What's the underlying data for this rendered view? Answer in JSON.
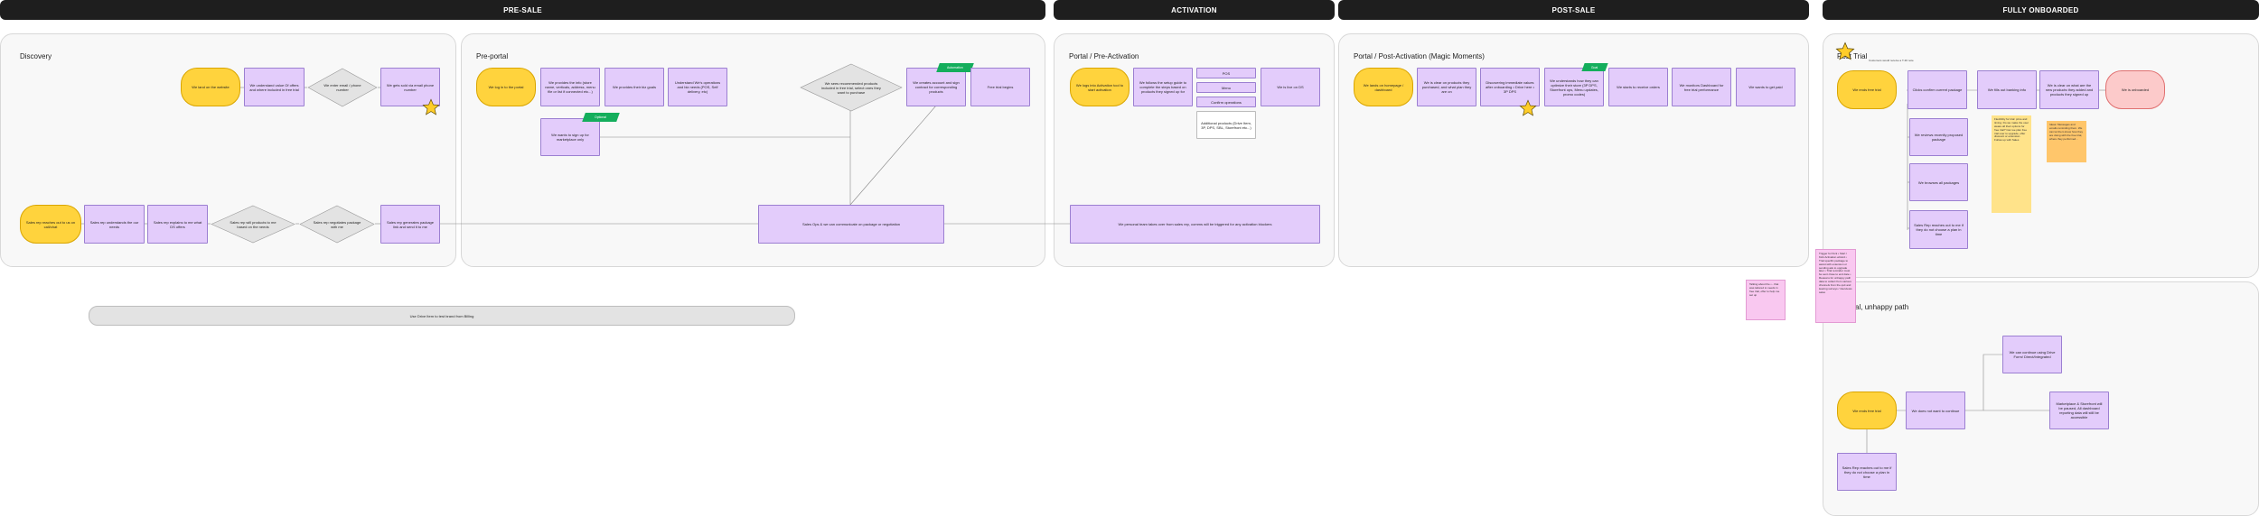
{
  "banners": {
    "presale": "PRE-SALE",
    "activation": "ACTIVATION",
    "postsale": "POST-SALE",
    "onboarded": "FULLY ONBOARDED"
  },
  "sections": {
    "discovery": "Discovery",
    "preportal": "Pre-portal",
    "portal_pre_activation": "Portal / Pre-Activation",
    "portal_post_activation": "Portal / Post-Activation (Magic Moments)",
    "post_trial": "Post Trial",
    "post_trial_unhappy": "Trial, unhappy path"
  },
  "discovery": {
    "visit": "We land on the website",
    "understand_value": "We understand value Of offers and where included in free trial",
    "enter_email": "We enter email / phone number",
    "gets_email": "We gets sold via email phone number",
    "sales_reaches": "Sales rep reaches out to us on call/chat",
    "sales_understands": "Sales rep understands the our needs",
    "sales_explains": "Sales rep explains to me what DS offers",
    "sales_tell": "Sales rep will products to me based on the needs",
    "sales_negotiate": "Sales rep negotiates package with me",
    "sales_generates": "Sales rep generates package link and send it to me"
  },
  "preportal": {
    "login": "We log in to the portal",
    "provide_info": "We provides the info (store name, verticals, address, menu file or list if connected etc...)",
    "provide_goals": "We provides their biz goals",
    "understand_ops": "Understand We's operations and biz needs (POS, Self delivery, etc)",
    "wants_signup": "We wants to sign up for marketplace only",
    "recommended": "We sees recommended products included in free trial, select ones they want to purchase",
    "creates_account": "We creates account and sign contract for corresponding products",
    "trial_begins": "Free trial begins",
    "tag_optional": "Optional",
    "tag_automation": "Automation",
    "sales_ops": "Sales Ops & we can communicate on package or negotiation"
  },
  "pre_activation": {
    "activation_tool": "We logs into Activation tool to start activation",
    "follows_guide": "We follows the setup guide to complete the steps based on products they signed up for",
    "pos": "POS",
    "menu": "Menu",
    "confirm_ops": "Confirm operations",
    "addons": "Additional products (Drive Item, 3P, DPS, SBL, Storefront etc...)",
    "live_on_ds": "We is live on DS",
    "personal_team": "We personal team takes over from sales rep, comms will be triggered for any activation blockers"
  },
  "post_activation": {
    "sends_homepage": "We lands on homepage / dashboard",
    "orders_products": "We is clear on products they purchased, and what plan they are on",
    "discovering": "Discovering immediate values after onboarding • Drive here • 3P DPS",
    "understands_tools": "We understands how they can optimize their store (3P DPS, Storefront ops, Menu updates, promo codes)",
    "starts_orders": "We starts to receive orders",
    "monitors": "We monitors Dashboard for free trial performance",
    "wants_paid": "We wants to get paid",
    "tag_goal": "Goal"
  },
  "post_trial": {
    "ends_trial": "We ends free trial",
    "clicks_confirm": "Clicks confirm current package",
    "banking": "We fills out banking info",
    "clear_all": "We is clear on what are the new products they added and products they signed up",
    "onboarded": "We is onboarded",
    "reviews": "We reviews recently proposed package",
    "browses": "We browses all packages",
    "sales_reaches": "Sales Rep reaches out to me if they do not choose a plan in time",
    "upsell_note": "Customers would receive a T-30 note"
  },
  "unhappy": {
    "ends_trial": "We ends free trial",
    "not_continue": "We does not want to continue",
    "continue_drive": "We can continue using Drive Form/ Direct/Integrated",
    "marketplace_paused": "Marketplace & Storefront will be paused, All dashboard reporting data will still be accessible",
    "sales_reaches": "Sales Rep reaches out to me if they do not choose a plan in time"
  },
  "billing_bar": "Use Drive Item to test brand from Billing",
  "stickies": {
    "pink_small": "Talking about the • - that was tailored to needs in free trial, offer to help me set up",
    "pink_tall": "Trigger for Kick • Start / Kick Activation wizard • Trial specific package to assist with extension or sending ask to upgrade later • Trial reminder must be sent close to end date • Reasons for unhappy path data to collect from various channels from the quit and leaving surveys / interviews sales",
    "yellow": "Flexibility for trial: price and timing. Do we make the user aware all their options for free trial? Can we plan free trial user to upgrade, offer discount or extension. Follow up with Sales",
    "orange": "Ideas: Messages and emails reminding them. We can let them know how they are doing with the free trial, where they performed..."
  },
  "colors": {
    "purple": "#e3ccfb",
    "yellow": "#ffd33d",
    "red": "#fccaca",
    "green_tag": "#14ae5c",
    "banner": "#1e1e1e"
  }
}
